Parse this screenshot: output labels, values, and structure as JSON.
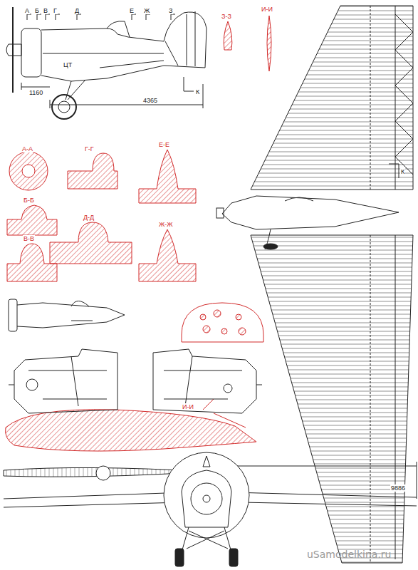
{
  "diagram": {
    "labels": [
      "А",
      "Б",
      "В",
      "Г",
      "Д",
      "Е",
      "Ж",
      "З",
      "И-И",
      "З-З",
      "ЦТ",
      "1160",
      "4365",
      "К",
      "К",
      "А-А",
      "Г-Г",
      "Е-Е",
      "Б-Б",
      "Д-Д",
      "В-В",
      "Ж-Ж",
      "И-И",
      "9886",
      "uSamodelkina.ru"
    ]
  }
}
